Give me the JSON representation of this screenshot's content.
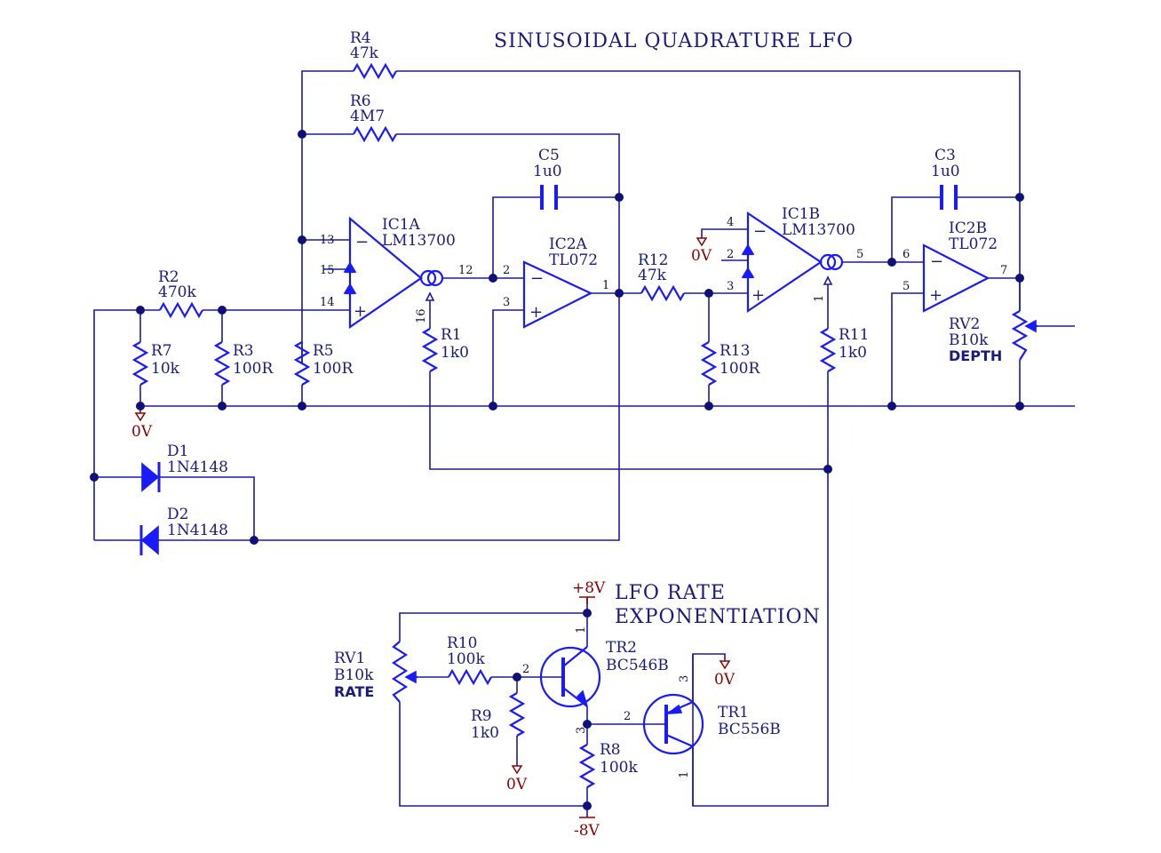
{
  "title": "SINUSOIDAL QUADRATURE LFO",
  "subtitle_line1": "LFO RATE",
  "subtitle_line2": "EXPONENTIATION",
  "components": {
    "R4": {
      "ref": "R4",
      "value": "47k"
    },
    "R6": {
      "ref": "R6",
      "value": "4M7"
    },
    "R2": {
      "ref": "R2",
      "value": "470k"
    },
    "R7": {
      "ref": "R7",
      "value": "10k"
    },
    "R3": {
      "ref": "R3",
      "value": "100R"
    },
    "R5": {
      "ref": "R5",
      "value": "100R"
    },
    "R1": {
      "ref": "R1",
      "value": "1k0"
    },
    "R12": {
      "ref": "R12",
      "value": "47k"
    },
    "R13": {
      "ref": "R13",
      "value": "100R"
    },
    "R11": {
      "ref": "R11",
      "value": "1k0"
    },
    "R10": {
      "ref": "R10",
      "value": "100k"
    },
    "R9": {
      "ref": "R9",
      "value": "1k0"
    },
    "R8": {
      "ref": "R8",
      "value": "100k"
    },
    "C5": {
      "ref": "C5",
      "value": "1u0"
    },
    "C3": {
      "ref": "C3",
      "value": "1u0"
    },
    "IC1A": {
      "ref": "IC1A",
      "value": "LM13700"
    },
    "IC1B": {
      "ref": "IC1B",
      "value": "LM13700"
    },
    "IC2A": {
      "ref": "IC2A",
      "value": "TL072"
    },
    "IC2B": {
      "ref": "IC2B",
      "value": "TL072"
    },
    "D1": {
      "ref": "D1",
      "value": "1N4148"
    },
    "D2": {
      "ref": "D2",
      "value": "1N4148"
    },
    "TR1": {
      "ref": "TR1",
      "value": "BC556B"
    },
    "TR2": {
      "ref": "TR2",
      "value": "BC546B"
    },
    "RV1": {
      "ref": "RV1",
      "value": "B10k",
      "name": "RATE"
    },
    "RV2": {
      "ref": "RV2",
      "value": "B10k",
      "name": "DEPTH"
    }
  },
  "nets": {
    "gnd": "0V",
    "vpos": "+8V",
    "vneg": "-8V"
  },
  "pins": {
    "p1": "1",
    "p2": "2",
    "p3": "3",
    "p4": "4",
    "p5": "5",
    "p6": "6",
    "p7": "7",
    "p12": "12",
    "p13": "13",
    "p14": "14",
    "p15": "15",
    "p16": "16"
  }
}
